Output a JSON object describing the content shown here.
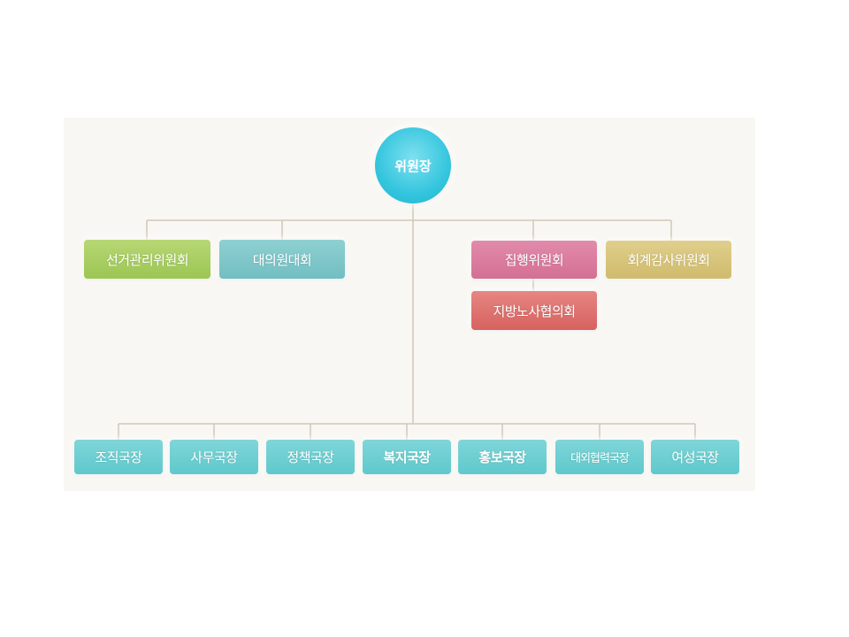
{
  "org_chart": {
    "root": {
      "label": "위원장"
    },
    "committees": [
      {
        "id": "election",
        "label": "선거관리위원회",
        "color": "#a8cf63"
      },
      {
        "id": "congress",
        "label": "대의원대회",
        "color": "#7cc4c8"
      },
      {
        "id": "executive",
        "label": "집행위원회",
        "color": "#da7aa0"
      },
      {
        "id": "audit",
        "label": "회계감사위원회",
        "color": "#d7c57c"
      }
    ],
    "sub_committee": {
      "id": "regional",
      "label": "지방노사협의회",
      "color": "#de6f6c"
    },
    "departments": [
      {
        "label": "조직국장"
      },
      {
        "label": "사무국장"
      },
      {
        "label": "정책국장"
      },
      {
        "label": "복지국장"
      },
      {
        "label": "홍보국장"
      },
      {
        "label": "대외협력국장"
      },
      {
        "label": "여성국장"
      }
    ],
    "colors": {
      "line": "#cfc8b8",
      "department": "#6fcfd2",
      "root": "#35c6de",
      "background": "#f8f7f3"
    }
  }
}
